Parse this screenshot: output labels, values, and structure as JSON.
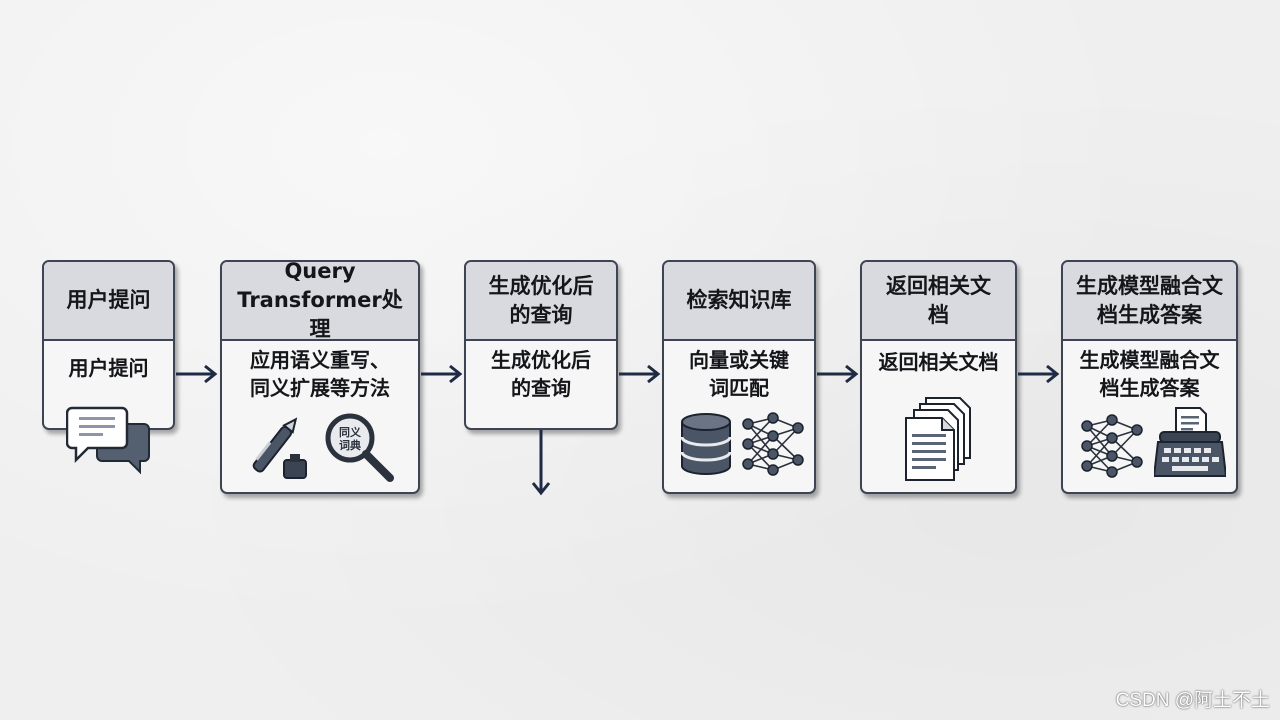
{
  "steps": [
    {
      "title": "用户提问",
      "desc": "用户提问",
      "icons": [
        "chat-bubbles-icon"
      ]
    },
    {
      "title": "Query Transformer处理",
      "desc": "应用语义重写、同义扩展等方法",
      "icons": [
        "pen-and-ink-icon",
        "magnifier-icon"
      ],
      "magnifier_text": "同义词典"
    },
    {
      "title": "生成优化后的查询",
      "desc": "生成优化后的查询",
      "icons": []
    },
    {
      "title": "检索知识库",
      "desc": "向量或关键词匹配",
      "icons": [
        "database-icon",
        "neural-network-icon"
      ]
    },
    {
      "title": "返回相关文档",
      "desc": "返回相关文档",
      "icons": [
        "documents-icon"
      ]
    },
    {
      "title": "生成模型融合文档生成答案",
      "desc": "生成模型融合文档生成答案",
      "icons": [
        "neural-network-icon",
        "typewriter-icon"
      ]
    }
  ],
  "watermark": "CSDN @阿土不土",
  "colors": {
    "border": "#3d4453",
    "header_fill": "#d9dadf",
    "body_fill": "#f6f6f6",
    "arrow": "#1f2a44",
    "background": "#efefef"
  }
}
